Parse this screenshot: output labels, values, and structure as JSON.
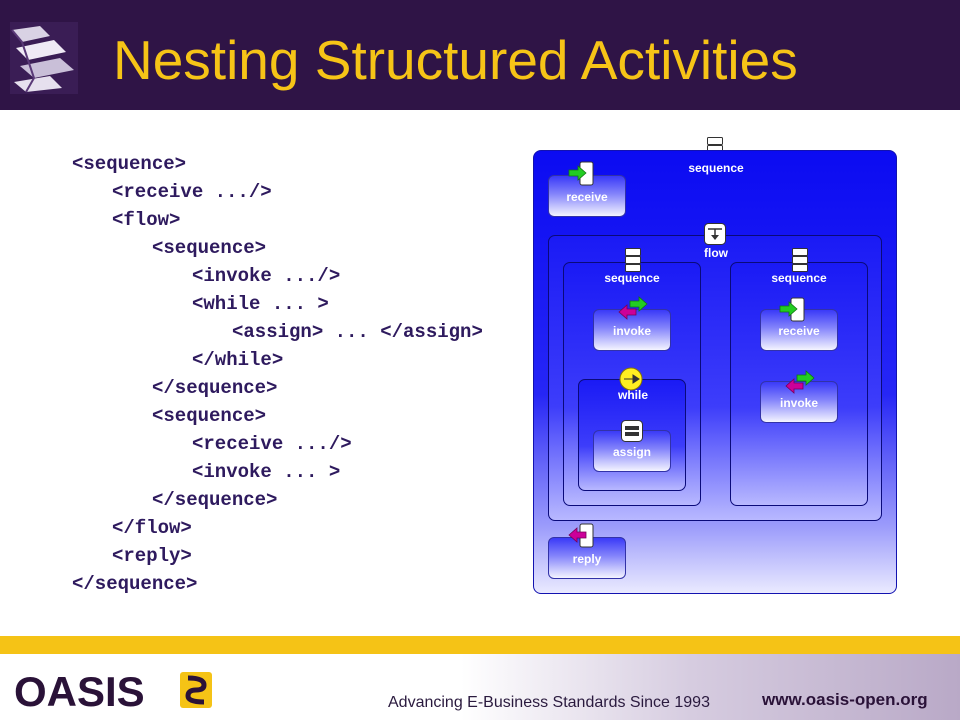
{
  "slide": {
    "title": "Nesting Structured Activities"
  },
  "code_lines": [
    "<sequence>",
    "<receive .../>",
    "<flow>",
    "<sequence>",
    "<invoke .../>",
    "<while ... >",
    "<assign> ... </assign>",
    "</while>",
    "</sequence>",
    "<sequence>",
    "<receive .../>",
    "<invoke ... >",
    "</sequence>",
    "</flow>",
    "<reply>",
    "</sequence>"
  ],
  "diagram": {
    "outer_sequence_label": "sequence",
    "receive_label": "receive",
    "flow_label": "flow",
    "left_sequence_label": "sequence",
    "right_sequence_label": "sequence",
    "left_invoke_label": "invoke",
    "while_label": "while",
    "assign_label": "assign",
    "right_receive_label": "receive",
    "right_invoke_label": "invoke",
    "reply_label": "reply"
  },
  "footer": {
    "logo_text": "OASIS",
    "tagline": "Advancing E-Business Standards Since 1993",
    "url": "www.oasis-open.org"
  },
  "colors": {
    "header_bg": "#2f1446",
    "title": "#f6c417",
    "code_text": "#2e1a5e",
    "diagram_blue": "#0b0bf2",
    "gold_bar": "#f5c316",
    "arrow_green": "#22cc22",
    "arrow_magenta": "#cc0099"
  }
}
